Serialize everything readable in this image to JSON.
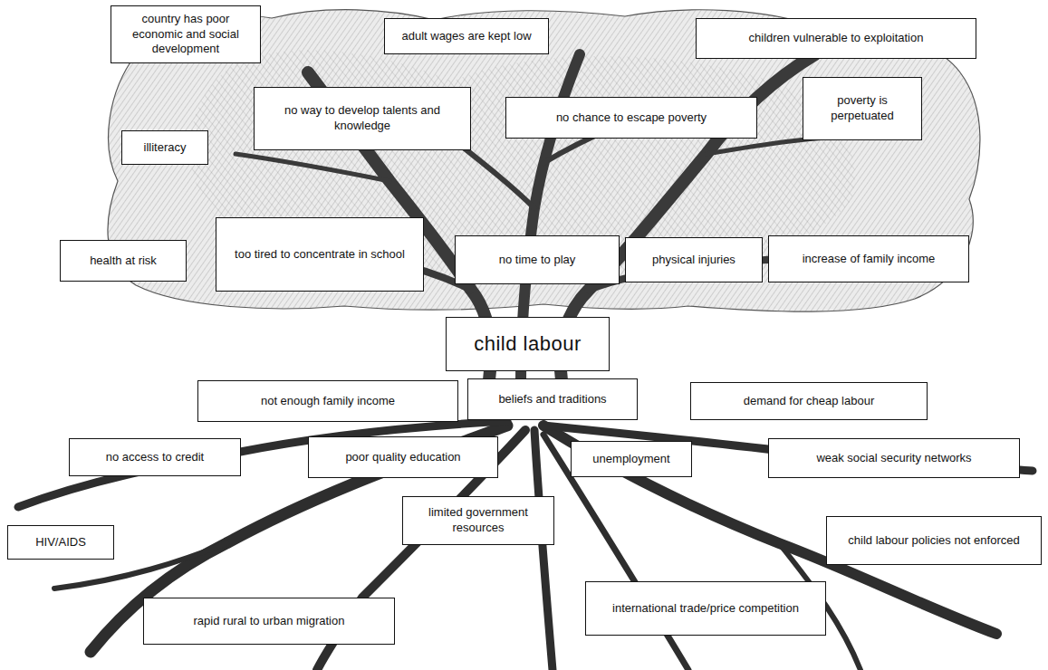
{
  "diagram": {
    "nodes": [
      {
        "text": [
          "country has poor economic and social development"
        ]
      },
      {
        "text": [
          "adult wages are kept low"
        ]
      },
      {
        "text": [
          "children vulnerable to exploitation"
        ]
      },
      {
        "text": [
          "illiteracy"
        ]
      },
      {
        "text": [
          "no way to develop talents and knowledge"
        ]
      },
      {
        "text": [
          "no chance to escape poverty"
        ]
      },
      {
        "text": [
          "poverty is perpetuated"
        ]
      },
      {
        "text": [
          "health at risk"
        ]
      },
      {
        "text": [
          "too tired to concentrate in school"
        ]
      },
      {
        "text": [
          "no time to play"
        ]
      },
      {
        "text": [
          "physical injuries"
        ]
      },
      {
        "text": [
          "increase of family income"
        ]
      },
      {
        "text": [
          "child labour"
        ]
      },
      {
        "text": [
          "not enough family income"
        ]
      },
      {
        "text": [
          "beliefs and traditions"
        ]
      },
      {
        "text": [
          "demand for cheap labour"
        ]
      },
      {
        "text": [
          "no access to credit"
        ]
      },
      {
        "text": [
          "poor quality education"
        ]
      },
      {
        "text": [
          "unemployment"
        ]
      },
      {
        "text": [
          "weak social security networks"
        ]
      },
      {
        "text": [
          "HIV/AIDS"
        ]
      },
      {
        "text": [
          "limited government resources"
        ]
      },
      {
        "text": [
          "child labour policies not enforced"
        ]
      },
      {
        "text": [
          "rapid rural to urban migration"
        ]
      },
      {
        "text": [
          "international trade/price competition"
        ]
      }
    ]
  }
}
